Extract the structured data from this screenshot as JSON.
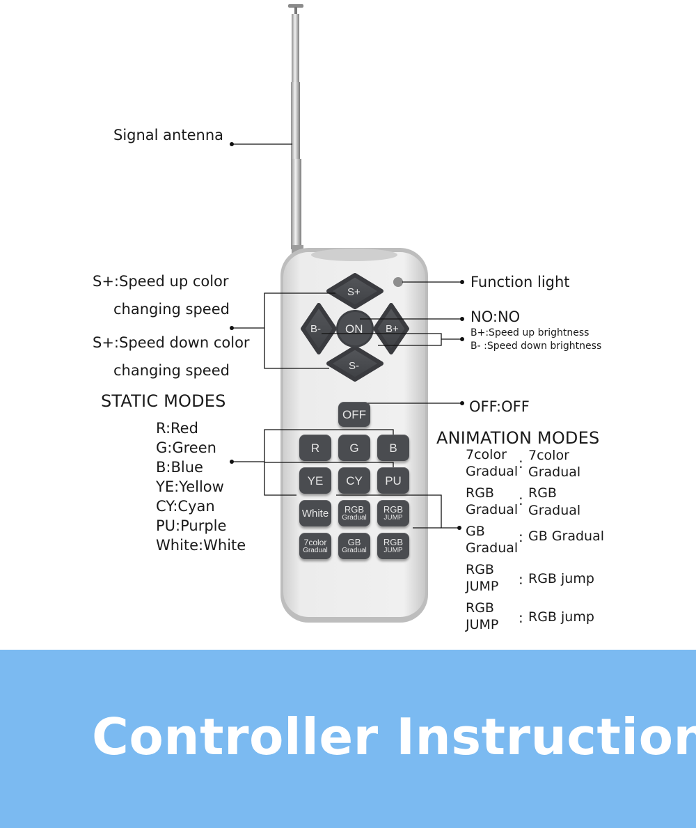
{
  "callouts": {
    "signal_antenna": "Signal antenna",
    "function_light": "Function light",
    "speed_up_line1": "S+:Speed up color",
    "speed_up_line2": "changing speed",
    "speed_down_line1": "S+:Speed down color",
    "speed_down_line2": "changing speed",
    "on": "NO:NO",
    "brightness_up": "B+:Speed up brightness",
    "brightness_down": "B- :Speed down brightness",
    "off": "OFF:OFF"
  },
  "static_modes": {
    "heading": "STATIC MODES",
    "items": [
      "R:Red",
      "G:Green",
      "B:Blue",
      "YE:Yellow",
      "CY:Cyan",
      "PU:Purple",
      "White:White"
    ]
  },
  "animation_modes": {
    "heading": "ANIMATION MODES",
    "separator": ":",
    "items": [
      {
        "key_line1": "7color",
        "key_line2": "Gradual",
        "desc_line1": "7color",
        "desc_line2": "Gradual"
      },
      {
        "key_line1": "RGB",
        "key_line2": "Gradual",
        "desc_line1": "RGB",
        "desc_line2": "Gradual"
      },
      {
        "key_line1": "GB",
        "key_line2": "Gradual",
        "desc_line1": "GB Gradual",
        "desc_line2": ""
      },
      {
        "key_line1": "RGB",
        "key_line2": "JUMP",
        "desc_line1": "RGB jump",
        "desc_line2": ""
      },
      {
        "key_line1": "RGB",
        "key_line2": "JUMP",
        "desc_line1": "RGB jump",
        "desc_line2": ""
      }
    ]
  },
  "remote": {
    "dpad": {
      "up": "S+",
      "down": "S-",
      "left": "B-",
      "right": "B+",
      "center": "ON"
    },
    "off": "OFF",
    "buttons": [
      {
        "main": "R",
        "sub": ""
      },
      {
        "main": "G",
        "sub": ""
      },
      {
        "main": "B",
        "sub": ""
      },
      {
        "main": "YE",
        "sub": ""
      },
      {
        "main": "CY",
        "sub": ""
      },
      {
        "main": "PU",
        "sub": ""
      },
      {
        "main": "White",
        "sub": ""
      },
      {
        "main": "RGB",
        "sub": "Gradual"
      },
      {
        "main": "RGB",
        "sub": "JUMP"
      },
      {
        "main": "7color",
        "sub": "Gradual"
      },
      {
        "main": "GB",
        "sub": "Gradual"
      },
      {
        "main": "RGB",
        "sub": "JUMP"
      }
    ]
  },
  "banner": {
    "title": "Controller Instruction"
  },
  "colors": {
    "banner": "#7bbaf1",
    "button": "#4a4c50",
    "remote_body": "#ececec"
  }
}
